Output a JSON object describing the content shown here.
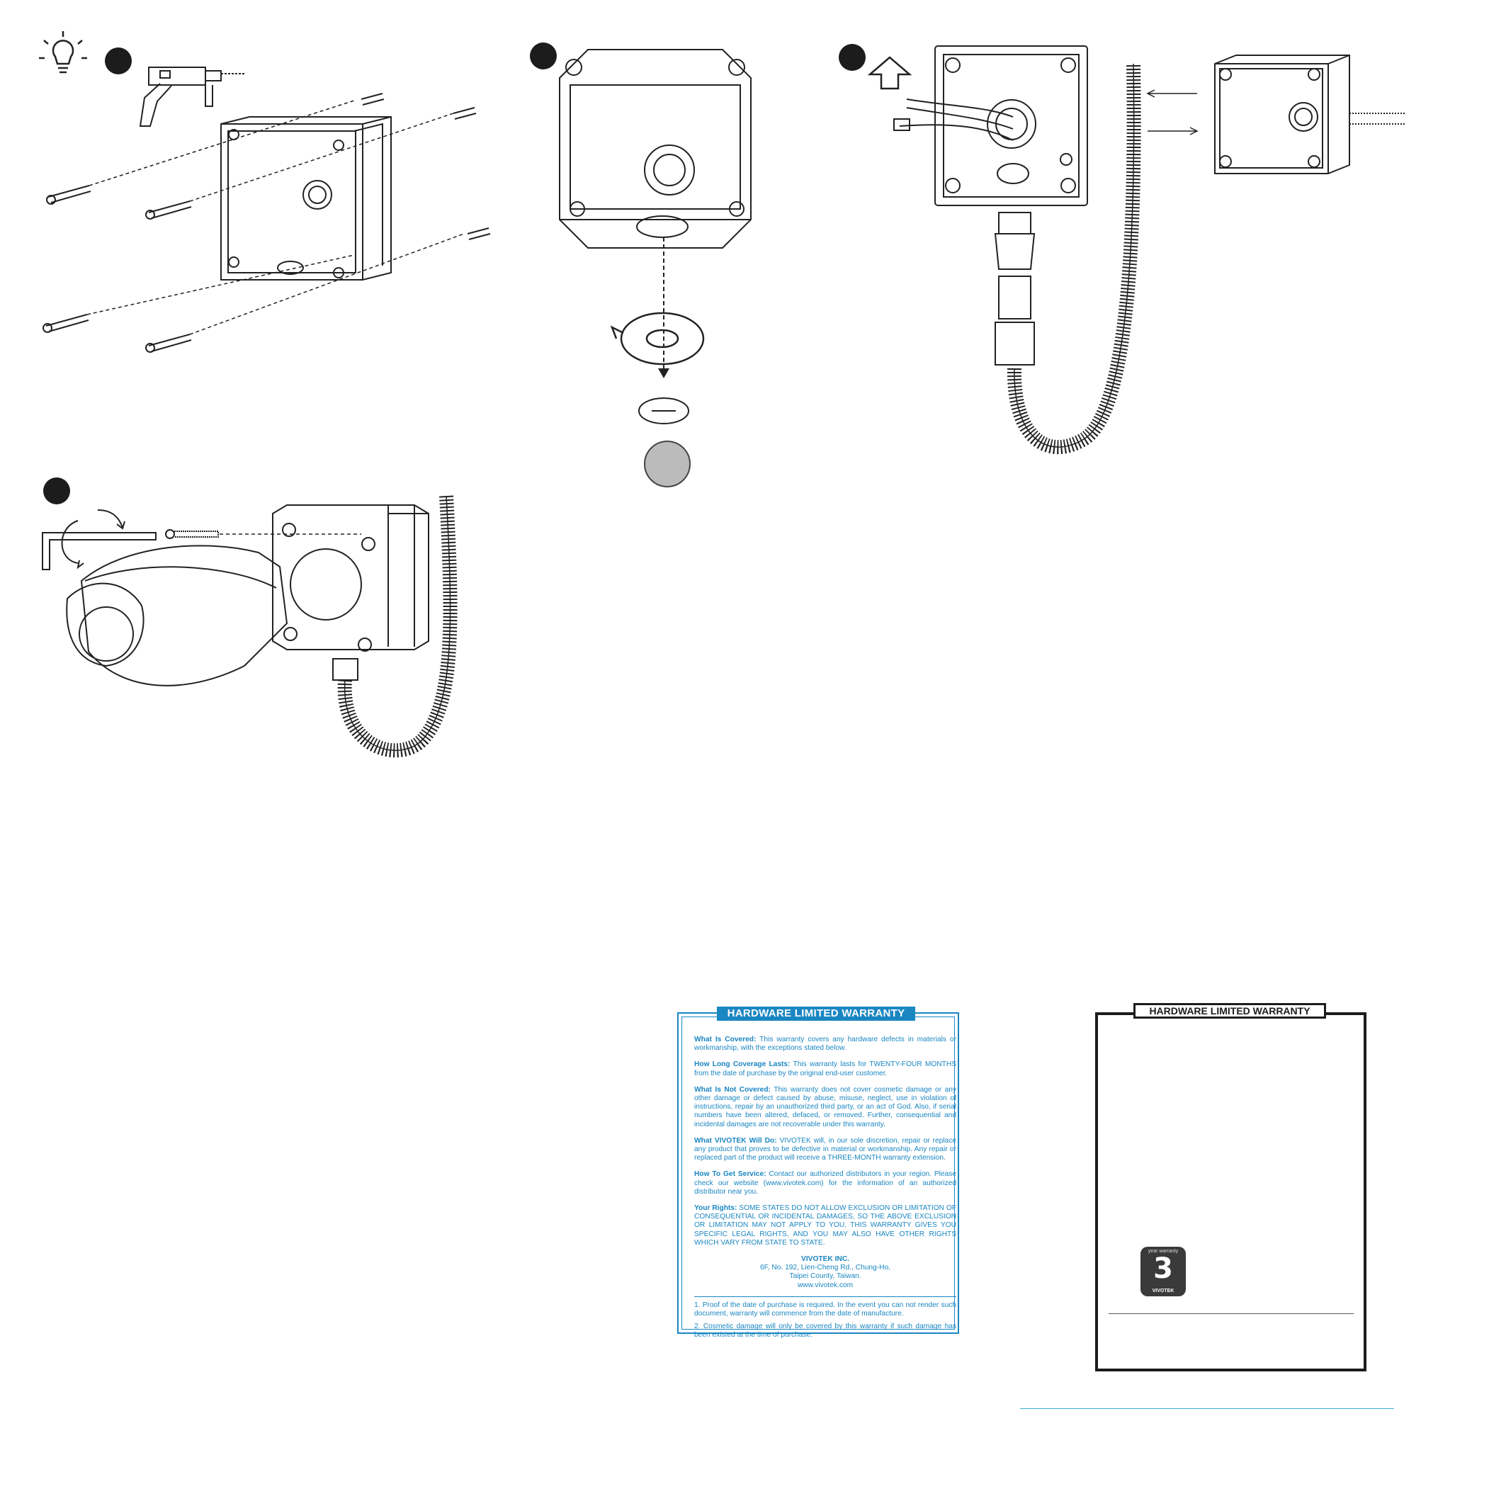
{
  "warranty": {
    "title": "HARDWARE LIMITED WARRANTY",
    "sections": [
      {
        "heading": "What Is Covered:",
        "text": "This warranty covers any hardware defects in materials or workmanship, with the exceptions stated below."
      },
      {
        "heading": "How Long Coverage Lasts:",
        "text": "This warranty lasts for TWENTY-FOUR MONTHS from the date of purchase by the original end-user customer."
      },
      {
        "heading": "What Is Not Covered:",
        "text": "This warranty does not cover cosmetic damage or any other damage or defect caused by abuse, misuse, neglect, use in violation of instructions, repair by an unauthorized third party, or an act of God. Also, if serial numbers have been altered, defaced, or removed. Further, consequential and incidental damages are not recoverable under this warranty."
      },
      {
        "heading": "What VIVOTEK Will Do:",
        "text": "VIVOTEK will, in our sole discretion, repair or replace any product that proves to be defective in material or workmanship. Any repair or replaced part of the product will receive a THREE-MONTH warranty extension."
      },
      {
        "heading": "How To Get Service:",
        "text": "Contact our authorized distributors in your region. Please check our website (www.vivotek.com) for the information of an authorized distributor near you."
      },
      {
        "heading": "Your Rights:",
        "text": "SOME STATES DO NOT ALLOW EXCLUSION OR LIMITATION OF CONSEQUENTIAL OR INCIDENTAL DAMAGES, SO THE ABOVE EXCLUSION OR LIMITATION MAY NOT APPLY TO YOU. THIS WARRANTY GIVES YOU SPECIFIC LEGAL RIGHTS, AND YOU MAY ALSO HAVE OTHER RIGHTS WHICH VARY FROM STATE TO STATE."
      }
    ],
    "company": {
      "name": "VIVOTEK INC.",
      "line1": "6F, No. 192, Lien-Cheng Rd., Chung-Ho,",
      "line2": "Taipei County, Taiwan.",
      "web": "www.vivotek.com"
    },
    "notes": [
      "1. Proof of the date of purchase is required. In the event you can not render such document, warranty will commence from the date of manufacture.",
      "2. Cosmetic damage will only be covered by this warranty if such damage has been existed at the time of purchase."
    ]
  },
  "warranty_card": {
    "title": "HARDWARE LIMITED WARRANTY",
    "badge": {
      "top": "year warranty",
      "number": "3",
      "brand": "VIVOTEK"
    }
  },
  "icons": [
    "lightbulb-icon",
    "drill-icon",
    "rotate-arrow-icon",
    "up-arrow-icon",
    "hex-key-icon"
  ],
  "colors": {
    "accent": "#1a86c2",
    "ink": "#1c1c1c",
    "divider": "#3bb0d0"
  }
}
